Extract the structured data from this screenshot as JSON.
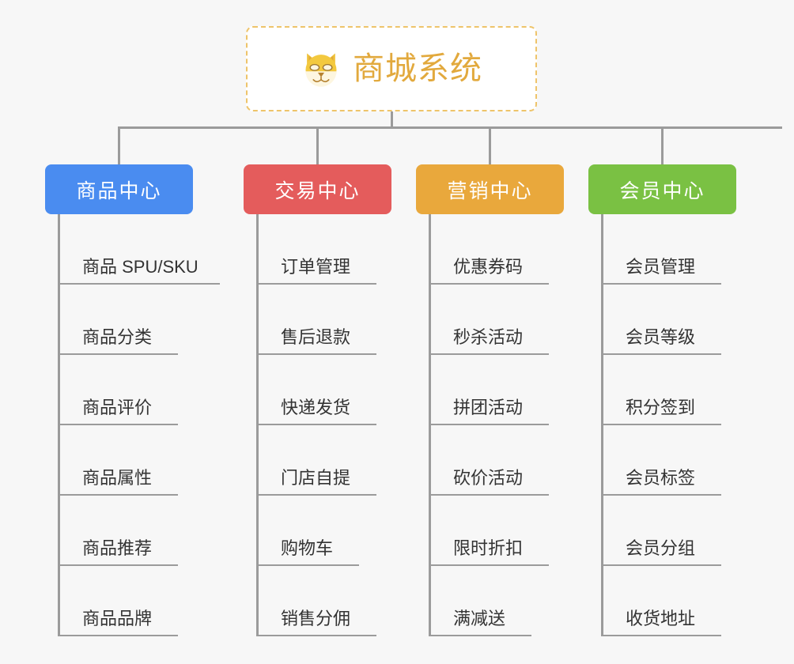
{
  "diagram": {
    "background_color": "#f7f7f7",
    "connector_color": "#9b9b9b",
    "root": {
      "title": "商城系统",
      "icon": "shiba-dog-face-emoji",
      "title_color": "#e2a93d",
      "border_color": "#eec46a",
      "fill_color": "#ffffff"
    },
    "categories": [
      {
        "label": "商品中心",
        "color": "#4a8cf0",
        "leaves": [
          "商品 SPU/SKU",
          "商品分类",
          "商品评价",
          "商品属性",
          "商品推荐",
          "商品品牌"
        ]
      },
      {
        "label": "交易中心",
        "color": "#e45c5c",
        "leaves": [
          "订单管理",
          "售后退款",
          "快递发货",
          "门店自提",
          "购物车",
          "销售分佣"
        ]
      },
      {
        "label": "营销中心",
        "color": "#e9a83c",
        "leaves": [
          "优惠券码",
          "秒杀活动",
          "拼团活动",
          "砍价活动",
          "限时折扣",
          "满减送"
        ]
      },
      {
        "label": "会员中心",
        "color": "#7ac143",
        "leaves": [
          "会员管理",
          "会员等级",
          "积分签到",
          "会员标签",
          "会员分组",
          "收货地址"
        ]
      }
    ]
  }
}
